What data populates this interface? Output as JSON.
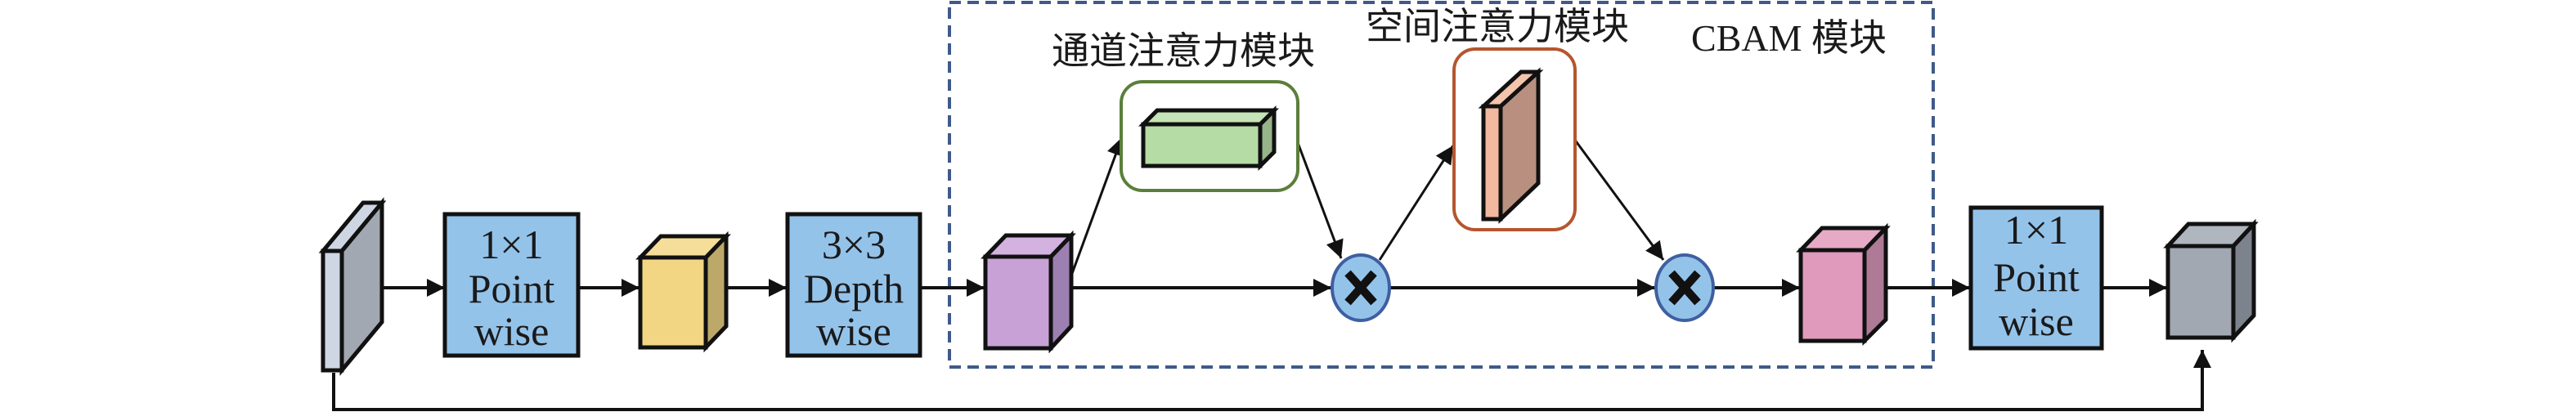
{
  "diagram": {
    "title": "CBAM-enhanced inverted residual block",
    "blocks": [
      {
        "id": "pw1",
        "lines": [
          "1×1",
          "Point",
          "wise"
        ]
      },
      {
        "id": "dw",
        "lines": [
          "3×3",
          "Depth",
          "wise"
        ]
      },
      {
        "id": "pw2",
        "lines": [
          "1×1",
          "Point",
          "wise"
        ]
      }
    ],
    "labels": {
      "channel_attention": "通道注意力模块",
      "spatial_attention": "空间注意力模块",
      "cbam": "CBAM 模块"
    },
    "operators": {
      "multiply_symbol": "✕"
    },
    "colors": {
      "conv_block": "#94c3ea",
      "input_slab_front": "#cfd6e3",
      "input_slab_side": "#a1a8b2",
      "feature_yellow_front": "#f2d684",
      "feature_yellow_side": "#bca96a",
      "feature_purple_front": "#c8a2d6",
      "feature_purple_side": "#9c80b2",
      "channel_map_front": "#b5dca5",
      "channel_map_side": "#98b48a",
      "channel_box_stroke": "#5a7f3a",
      "spatial_map_front": "#f2b8a0",
      "spatial_map_side": "#b99080",
      "spatial_box_stroke": "#b5562e",
      "feature_pink_front": "#e09abb",
      "feature_pink_side": "#ae7a96",
      "output_gray_front": "#a2a8b2",
      "output_gray_side": "#7d838d",
      "multiply_fill": "#94c3ea",
      "multiply_stroke": "#3f5fa0",
      "cbam_border": "#3f5a8a"
    }
  }
}
